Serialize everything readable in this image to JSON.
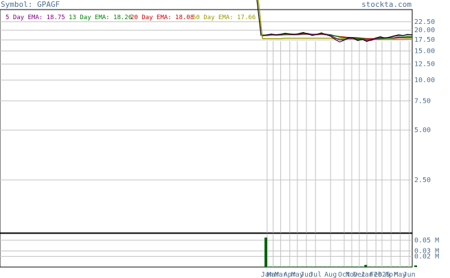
{
  "header": {
    "symbol_label": "Symbol: GPAGF",
    "site": "stockta.com"
  },
  "legend": [
    {
      "label": "5 Day EMA: 18.75",
      "color": "#800080"
    },
    {
      "label": "13 Day EMA: 18.26",
      "color": "#008000"
    },
    {
      "label": "20 Day EMA: 18.08",
      "color": "#cc0000"
    },
    {
      "label": "50 Day EMA: 17.66",
      "color": "#999900"
    }
  ],
  "colors": {
    "price": "#000000",
    "ema5": "#800080",
    "ema13": "#008000",
    "ema20": "#cc0000",
    "ema50": "#999900",
    "volume": "#006400",
    "axis_text": "#4f6f8f",
    "grid": "#c0c0c0"
  },
  "chart_data": {
    "type": "line",
    "scale": "log",
    "price_ticks": [
      "22.50",
      "20.00",
      "17.50",
      "15.00",
      "12.50",
      "10.00",
      "7.50",
      "5.00",
      "2.50"
    ],
    "price_tick_values": [
      22.5,
      20,
      17.5,
      15,
      12.5,
      10,
      7.5,
      5,
      2.5
    ],
    "volume_ticks": [
      "0.05 M",
      "0.03 M",
      "0.02 M"
    ],
    "volume_tick_values": [
      0.05,
      0.03,
      0.02
    ],
    "month_labels": [
      "Jan",
      "Mar",
      "Mar",
      "Apr",
      "May",
      "Jun",
      "Jul",
      "Aug",
      "Oct",
      "Nov",
      "Dec",
      "Jan",
      "Feb",
      "2025",
      "Apr",
      "May",
      "Jun"
    ],
    "month_fractions": [
      0.04,
      0.08,
      0.13,
      0.19,
      0.24,
      0.3,
      0.36,
      0.46,
      0.55,
      0.6,
      0.65,
      0.7,
      0.76,
      0.8,
      0.86,
      0.92,
      0.98
    ],
    "series": [
      {
        "key": "price",
        "values": [
          18.5,
          18.8,
          19.0,
          18.7,
          18.9,
          19.2,
          19.0,
          18.8,
          19.1,
          19.4,
          19.0,
          18.6,
          18.9,
          19.3,
          18.8,
          18.4,
          17.6,
          17.0,
          17.4,
          18.1,
          17.9,
          17.3,
          17.6,
          17.1,
          17.5,
          18.0,
          18.3,
          17.9,
          18.2,
          18.5,
          18.8,
          18.6,
          18.9,
          18.75
        ]
      },
      {
        "key": "ema5",
        "values": [
          18.6,
          18.7,
          18.9,
          18.8,
          18.9,
          19.1,
          19.0,
          18.9,
          19.0,
          19.2,
          19.1,
          18.8,
          18.9,
          19.1,
          18.9,
          18.6,
          18.0,
          17.5,
          17.5,
          17.9,
          17.9,
          17.5,
          17.6,
          17.3,
          17.4,
          17.8,
          18.1,
          18.0,
          18.1,
          18.4,
          18.6,
          18.6,
          18.8,
          18.75
        ]
      },
      {
        "key": "ema13",
        "values": [
          18.7,
          18.7,
          18.8,
          18.8,
          18.8,
          18.9,
          18.9,
          18.9,
          18.9,
          19.0,
          19.0,
          18.9,
          18.9,
          19.0,
          18.9,
          18.8,
          18.5,
          18.2,
          18.0,
          18.0,
          18.0,
          17.8,
          17.8,
          17.6,
          17.6,
          17.7,
          17.8,
          17.9,
          17.9,
          18.0,
          18.2,
          18.2,
          18.3,
          18.26
        ]
      },
      {
        "key": "ema20",
        "values": [
          18.6,
          18.6,
          18.7,
          18.7,
          18.7,
          18.8,
          18.8,
          18.8,
          18.8,
          18.9,
          18.9,
          18.8,
          18.8,
          18.9,
          18.8,
          18.7,
          18.5,
          18.3,
          18.2,
          18.1,
          18.1,
          18.0,
          17.9,
          17.8,
          17.8,
          17.8,
          17.8,
          17.9,
          17.9,
          17.9,
          18.0,
          18.0,
          18.1,
          18.08
        ]
      },
      {
        "key": "ema50",
        "values": [
          17.8,
          17.8,
          17.8,
          17.8,
          17.8,
          17.9,
          17.9,
          17.9,
          17.9,
          17.9,
          17.9,
          17.9,
          17.9,
          17.9,
          17.9,
          17.9,
          17.8,
          17.8,
          17.7,
          17.7,
          17.7,
          17.6,
          17.6,
          17.6,
          17.6,
          17.6,
          17.6,
          17.6,
          17.6,
          17.6,
          17.6,
          17.6,
          17.7,
          17.66
        ]
      }
    ],
    "volume": [
      0.055,
      0.001,
      0.001,
      0.001,
      0.001,
      0.001,
      0.001,
      0.001,
      0.001,
      0.001,
      0.001,
      0.001,
      0.001,
      0.001,
      0.001,
      0.001,
      0.001,
      0.001,
      0.001,
      0.001,
      0.001,
      0.001,
      0.004,
      0.001,
      0.001,
      0.001,
      0.001,
      0.001,
      0.001,
      0.001,
      0.001,
      0.001,
      0.001,
      0.003
    ]
  }
}
